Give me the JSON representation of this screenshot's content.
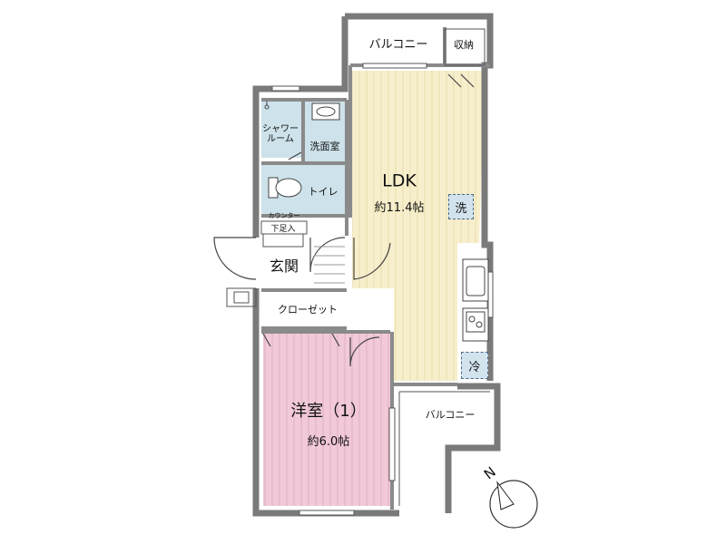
{
  "rooms": {
    "balcony_top": "バルコニー",
    "storage": "収納",
    "ldk_name": "LDK",
    "ldk_size": "約11.4帖",
    "shower": "シャワー\nルーム",
    "washroom": "洗面室",
    "toilet": "トイレ",
    "counter": "カウンター",
    "shoe_box": "下足入",
    "entrance": "玄関",
    "closet": "クローゼット",
    "western_name": "洋室（1）",
    "western_size": "約6.0帖",
    "balcony_right": "バルコニー"
  },
  "appliances": {
    "washer": "洗",
    "fridge": "冷"
  },
  "compass": {
    "label": "N",
    "icon": "compass-needle-icon"
  },
  "colors": {
    "wall": "#7a7a7a",
    "ldk_floor": "#f7efcc",
    "western_floor": "#f1c9d8",
    "wet_area": "#cde2ea",
    "balcony": "#ffffff"
  }
}
